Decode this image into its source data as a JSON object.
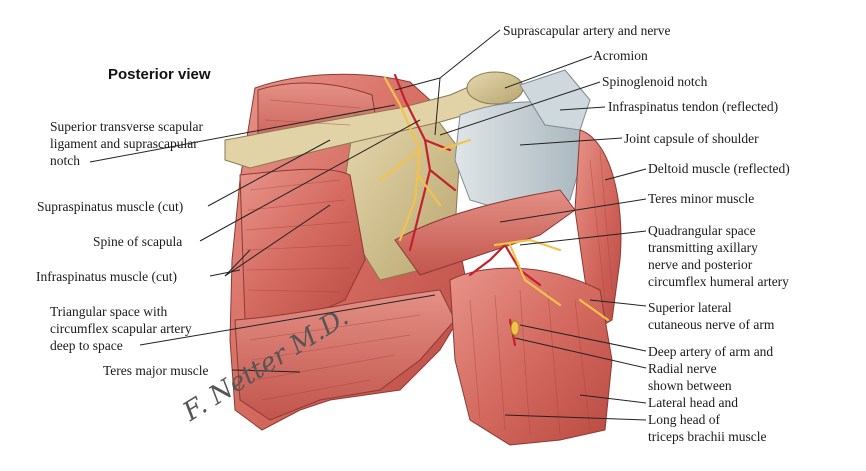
{
  "title": "Posterior view",
  "signature": "F. Netter M.D.",
  "labels": {
    "suprascapular_artery_nerve": [
      "Suprascapular artery and nerve"
    ],
    "acromion": [
      "Acromion"
    ],
    "spinoglenoid_notch": [
      "Spinoglenoid notch"
    ],
    "infraspinatus_tendon": [
      "Infraspinatus tendon (reflected)"
    ],
    "joint_capsule": [
      "Joint capsule of shoulder"
    ],
    "deltoid": [
      "Deltoid muscle (reflected)"
    ],
    "teres_minor": [
      "Teres minor muscle"
    ],
    "quadrangular_space": [
      "Quadrangular space",
      "transmitting axillary",
      "nerve and posterior",
      "circumflex humeral artery"
    ],
    "superior_lateral_nerve": [
      "Superior lateral",
      "cutaneous nerve of arm"
    ],
    "deep_artery": [
      "Deep artery of arm and",
      "Radial nerve",
      "shown between",
      "Lateral head and",
      "Long head of",
      "triceps brachii muscle"
    ],
    "superior_transverse": [
      "Superior transverse scapular",
      "ligament and suprascapular",
      "notch"
    ],
    "supraspinatus": [
      "Supraspinatus muscle (cut)"
    ],
    "spine_scapula": [
      "Spine of scapula"
    ],
    "infraspinatus_muscle": [
      "Infraspinatus muscle (cut)"
    ],
    "triangular_space": [
      "Triangular space with",
      "circumflex scapular artery",
      "deep to space"
    ],
    "teres_major": [
      "Teres major muscle"
    ]
  },
  "colors": {
    "muscle": "#d9746a",
    "muscle_dark": "#b9463e",
    "bone": "#d9c99a",
    "tendon": "#c9d3d8",
    "nerve": "#f2c24a",
    "artery": "#c4212b",
    "leader": "#222222"
  }
}
